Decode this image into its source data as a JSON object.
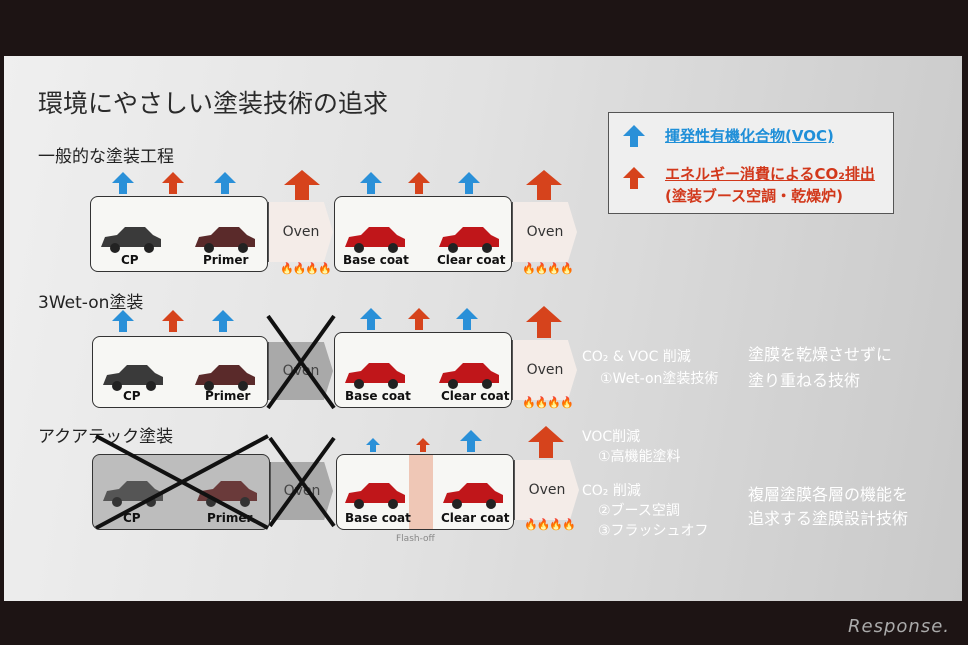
{
  "slide": {
    "title": "環境にやさしい塗装技術の追求",
    "legend": {
      "voc_label": "揮発性有機化合物(VOC)",
      "co2_line1": "エネルギー消費によるCO₂排出",
      "co2_line2": "(塗装ブース空調・乾燥炉)",
      "voc_color": "#2a90d8",
      "co2_color": "#d6431c"
    },
    "sections": [
      {
        "name": "一般的な塗装工程",
        "labels": [
          "CP",
          "Primer",
          "Oven",
          "Base coat",
          "Clear coat",
          "Oven"
        ]
      },
      {
        "name": "3Wet-on塗装",
        "labels": [
          "CP",
          "Primer",
          "Oven",
          "Base coat",
          "Clear coat",
          "Oven"
        ],
        "note_line1": "CO₂ & VOC 削減",
        "note_line2": "①Wet-on塗装技術",
        "desc_line1": "塗膜を乾燥させずに",
        "desc_line2": "塗り重ねる技術"
      },
      {
        "name": "アクアテック塗装",
        "labels": [
          "CP",
          "Primer",
          "Oven",
          "Base coat",
          "Clear coat",
          "Oven"
        ],
        "flash_label": "Flash-off",
        "note_voc": "VOC削減",
        "note_voc_1": "①高機能塗料",
        "note_co2": "CO₂ 削減",
        "note_co2_2": "②ブース空調",
        "note_co2_3": "③フラッシュオフ",
        "desc_line1": "複層塗膜各層の機能を",
        "desc_line2": "追求する塗膜設計技術"
      }
    ],
    "icons": {
      "blue_arrow": "up-arrow-blue-icon",
      "red_arrow": "up-arrow-red-icon",
      "flame": "flame-icon",
      "car": "car-body-icon",
      "cross": "cross-out-icon"
    },
    "watermark": "Response."
  }
}
